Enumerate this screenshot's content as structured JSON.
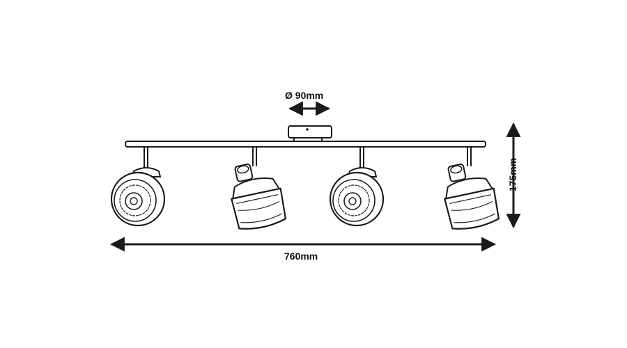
{
  "dimensions": {
    "diameter": "Ø 90mm",
    "width": "760mm",
    "height": "175mm"
  },
  "product": {
    "spot_count": 4
  },
  "colors": {
    "line": "#1a1a1a",
    "background": "#ffffff"
  }
}
